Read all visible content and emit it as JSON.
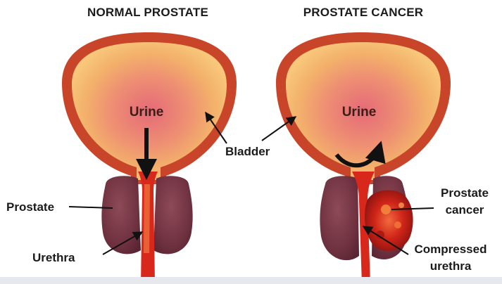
{
  "panels": {
    "left": {
      "heading": "NORMAL PROSTATE",
      "inside_label": "Urine"
    },
    "right": {
      "heading": "PROSTATE CANCER",
      "inside_label": "Urine"
    }
  },
  "labels": {
    "bladder": "Bladder",
    "prostate": "Prostate",
    "urethra": "Urethra",
    "prostate_cancer_line1": "Prostate",
    "prostate_cancer_line2": "cancer",
    "compressed_urethra_line1": "Compressed",
    "compressed_urethra_line2": "urethra"
  },
  "colors": {
    "bladder_wall": "#c8452a",
    "bladder_inner": "#f1a66a",
    "bladder_core": "#e8727a",
    "prostate": "#7a3a48",
    "urethra": "#d7281b",
    "tumor": "#c81c16"
  }
}
